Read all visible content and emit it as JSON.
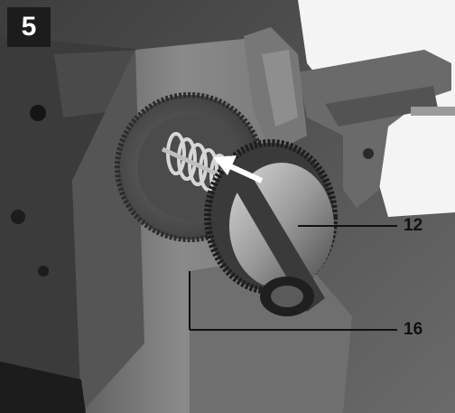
{
  "figure": {
    "number": "5"
  },
  "callouts": [
    {
      "id": "12",
      "label": "12"
    },
    {
      "id": "16",
      "label": "16"
    }
  ],
  "colors": {
    "background": "#ffffff",
    "housing": "#7a7a7a",
    "dark": "#2a2a2a",
    "arrow": "#ffffff",
    "badge": "#1c1c1c"
  },
  "icons": {
    "direction_arrow": "arrow-left-up-icon"
  }
}
